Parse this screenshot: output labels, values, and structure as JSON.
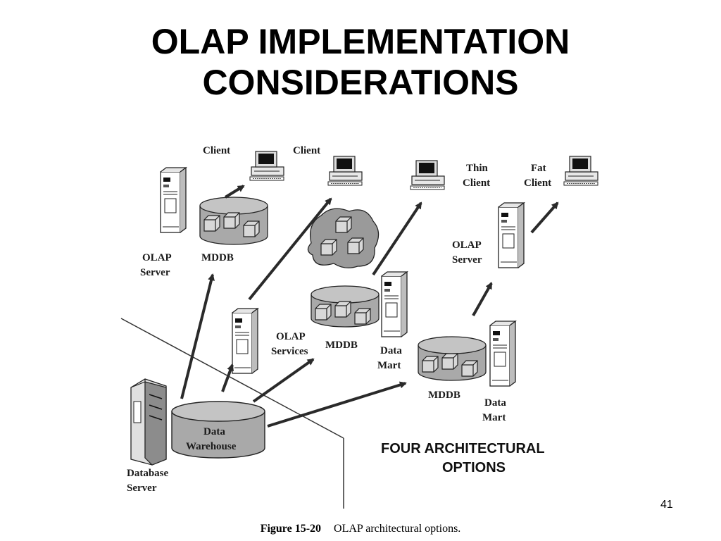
{
  "slide": {
    "title_line1": "OLAP IMPLEMENTATION",
    "title_line2": "CONSIDERATIONS",
    "page_number": "41"
  },
  "diagram": {
    "labels": {
      "client_1": "Client",
      "client_2": "Client",
      "thin_1": "Thin",
      "thin_2": "Client",
      "fat_1": "Fat",
      "fat_2": "Client",
      "olap_server_left_1": "OLAP",
      "olap_server_left_2": "Server",
      "mddb_top": "MDDB",
      "olap_server_right_1": "OLAP",
      "olap_server_right_2": "Server",
      "olap_services_1": "OLAP",
      "olap_services_2": "Services",
      "mddb_mid": "MDDB",
      "data_mart_mid_1": "Data",
      "data_mart_mid_2": "Mart",
      "mddb_right": "MDDB",
      "data_mart_right_1": "Data",
      "data_mart_right_2": "Mart",
      "warehouse_1": "Data",
      "warehouse_2": "Warehouse",
      "db_server_1": "Database",
      "db_server_2": "Server"
    },
    "options_line1": "FOUR  ARCHITECTURAL",
    "options_line2": "OPTIONS"
  },
  "caption": {
    "figure": "Figure 15-20",
    "text": "OLAP architectural options."
  }
}
